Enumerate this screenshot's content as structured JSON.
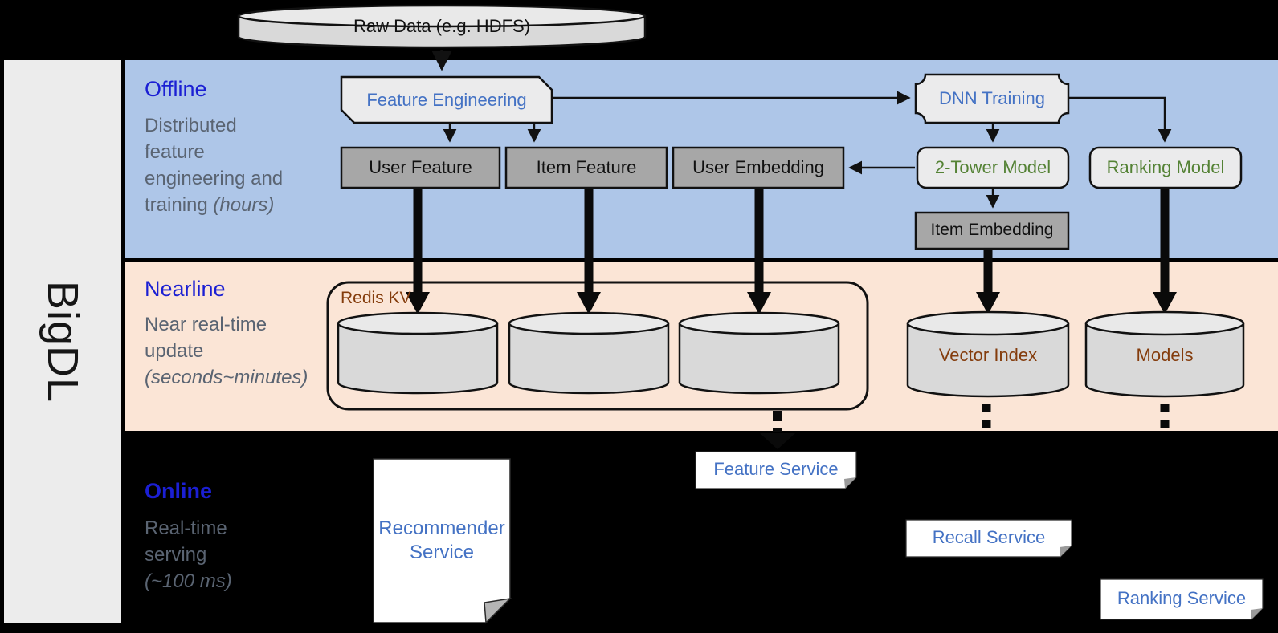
{
  "product": {
    "name": "BigDL"
  },
  "raw_data": {
    "label": "Raw Data (e.g. HDFS)"
  },
  "offline": {
    "title": "Offline",
    "desc_line1": "Distributed",
    "desc_line2": "feature",
    "desc_line3": "engineering and",
    "desc_line4": "training ",
    "desc_line4_italic": "(hours)",
    "feature_engineering": "Feature Engineering",
    "dnn_training": "DNN Training",
    "user_feature": "User Feature",
    "item_feature": "Item Feature",
    "user_embedding": "User Embedding",
    "two_tower_model": "2-Tower Model",
    "ranking_model": "Ranking Model",
    "item_embedding": "Item Embedding"
  },
  "nearline": {
    "title": "Nearline",
    "desc_line1": "Near real-time",
    "desc_line2": "update",
    "desc_line3_italic": "(seconds~minutes)",
    "redis_kv": "Redis KV",
    "vector_index": "Vector Index",
    "models": "Models"
  },
  "online": {
    "title": "Online",
    "desc_line1": "Real-time",
    "desc_line2": "serving",
    "desc_line3_italic": "(~100 ms)",
    "recommender_service": "Recommender Service",
    "feature_service": "Feature Service",
    "recall_service": "Recall Service",
    "ranking_service": "Ranking Service"
  },
  "colors": {
    "offline_band": "#aec6e8",
    "nearline_band": "#fbe5d6",
    "online_band": "#000000",
    "sidebar": "#ececec",
    "band_title_blue": "#1b1fd3",
    "desc_gray": "#5a6472",
    "node_blue": "#4472c4",
    "node_green": "#548235",
    "node_brown": "#843c0c",
    "light_box": "#ebebec",
    "gray_box": "#a7a7a7",
    "cylinder_fill": "#d9d9d9"
  }
}
